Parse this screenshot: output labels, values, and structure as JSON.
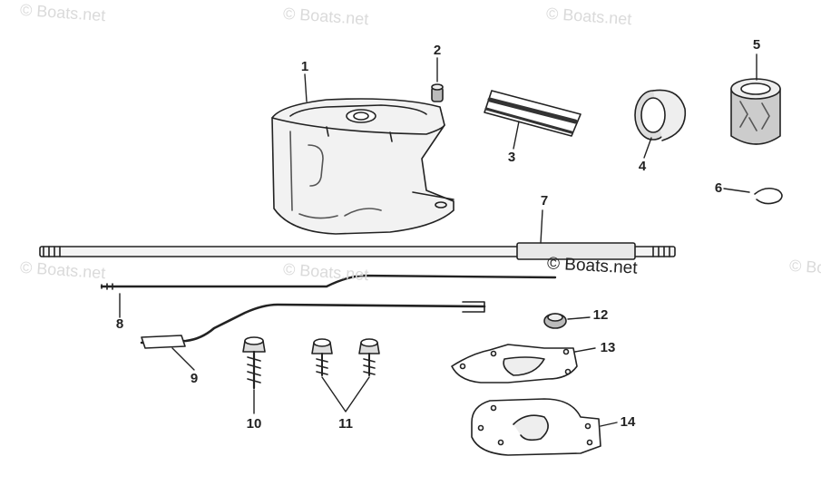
{
  "watermarks": [
    "© Boats.net",
    "© Boats.net",
    "© Boats.net",
    "© Boats.net",
    "© Boats.net",
    "© Boats.net"
  ],
  "brand_mark": "© Boats.net",
  "callouts": [
    "1",
    "2",
    "3",
    "4",
    "5",
    "6",
    "7",
    "8",
    "9",
    "10",
    "11",
    "12",
    "13",
    "14"
  ]
}
